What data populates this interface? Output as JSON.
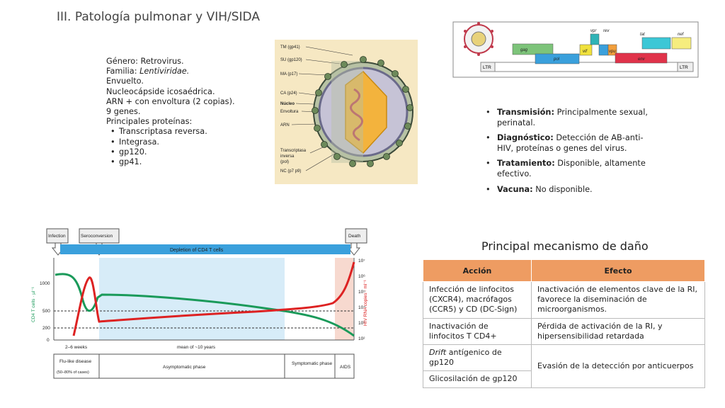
{
  "title": "III. Patología pulmonar y VIH/SIDA",
  "info": {
    "lines": [
      "Género: Retrovirus.",
      "Familia: ",
      "Envuelto.",
      "Nucleocápside icosaédrica.",
      "ARN + con envoltura (2 copias).",
      "9 genes.",
      "Principales proteínas:"
    ],
    "familia_italic": "Lentiviridae.",
    "proteins": [
      "Transcriptasa reversa.",
      "Integrasa.",
      "gp120.",
      "gp41."
    ]
  },
  "bullets": [
    {
      "label": "Transmisión:",
      "text": " Principalmente sexual, perinatal."
    },
    {
      "label": "Diagnóstico:",
      "text": " Detección de AB-anti-HIV, proteínas o genes del virus."
    },
    {
      "label": "Tratamiento:",
      "text": " Disponible, altamente efectivo."
    },
    {
      "label": "Vacuna:",
      "text": " No disponible."
    }
  ],
  "mechanism": {
    "title": "Principal mecanismo de daño",
    "headers": [
      "Acción",
      "Efecto"
    ],
    "rows": [
      {
        "accion": "Infección de linfocitos (CXCR4), macrófagos (CCR5) y CD (DC-Sign)",
        "efecto": "Inactivación de elementos clave de la RI, favorece la diseminación de microorganismos."
      },
      {
        "accion": "Inactivación de linfocitos T CD4+",
        "efecto": "Pérdida de activación de la RI, y hipersensibilidad retardada"
      },
      {
        "accion_italic": "Drift",
        "accion": " antígenico de gp120",
        "efecto": "Evasión de la detección por anticuerpos"
      },
      {
        "accion": "Glicosilación de gp120"
      }
    ]
  },
  "virus_labels": [
    "TM (gp41)",
    "SU (gp120)",
    "MA (p17)",
    "CA (p24)",
    "Núcleo",
    "Envoltura",
    "ARN",
    "Transcriptasa",
    "inversa",
    "(pol)",
    "NC (p7 p9)"
  ],
  "genome": {
    "genes": [
      "gag",
      "pol",
      "vif",
      "vpr",
      "rev",
      "tat",
      "vpu",
      "env",
      "nef"
    ],
    "ltr": "LTR"
  },
  "timeline": {
    "events": [
      "Infection",
      "Seroconversion",
      "Death"
    ],
    "band": "Depletion of CD4 T cells",
    "y_left_label": "CD4 T cells · µl⁻¹",
    "y_left_ticks": [
      "1000",
      "500",
      "200",
      "0"
    ],
    "y_right_label": "HIV RNA copies · ml⁻¹",
    "y_right_ticks": [
      "10⁷",
      "10⁶",
      "10⁵",
      "10⁴",
      "10³",
      "10²"
    ],
    "x_labels": [
      "2–6 weeks",
      "mean of ~10 years"
    ],
    "phases": [
      "Flu-like disease",
      "(50–80% of cases)",
      "Asymptomatic phase",
      "Symptomatic phase",
      "AIDS"
    ]
  }
}
